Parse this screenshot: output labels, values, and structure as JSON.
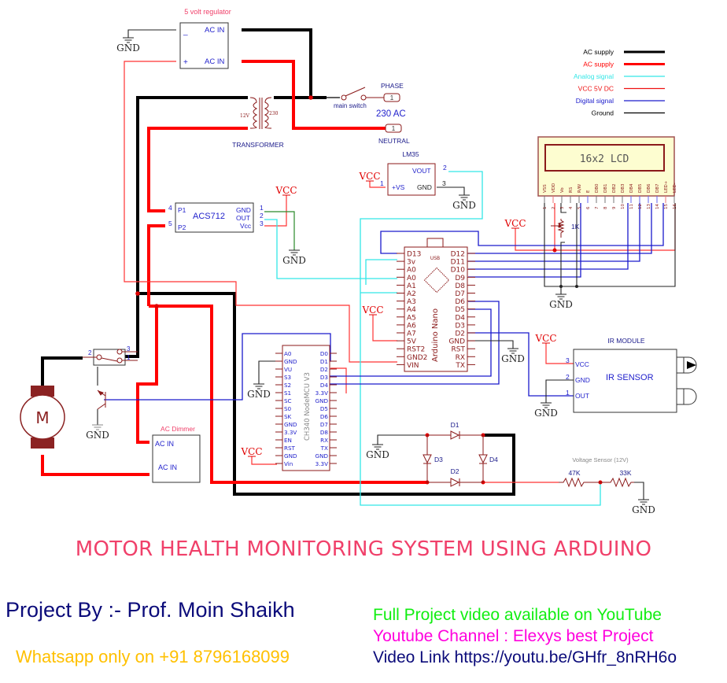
{
  "schematic": {
    "regulator": {
      "title": "5 volt regulator",
      "pin_ac_in_1": "AC IN",
      "pin_ac_in_2": "AC IN",
      "minus": "_",
      "plus": "+"
    },
    "transformer": {
      "title": "TRANSFORMER",
      "secondary": "12V",
      "primary": "230"
    },
    "mains": {
      "switch_label": "main switch",
      "phase_label": "PHASE",
      "neutral_label": "NEUTRAL",
      "voltage_label": "230 AC",
      "phase_pin": "1",
      "neutral_pin": "1"
    },
    "legend": [
      {
        "label": "AC supply",
        "color": "#000000"
      },
      {
        "label": "AC supply",
        "color": "#ff0000"
      },
      {
        "label": "Analog signal",
        "color": "#33e6e6"
      },
      {
        "label": "VCC 5V DC",
        "color": "#ee1111"
      },
      {
        "label": "Digital signal",
        "color": "#1a1acc"
      },
      {
        "label": "Ground",
        "color": "#000000"
      }
    ],
    "lcd": {
      "title": "16x2 LCD",
      "pin_names": [
        "VSS",
        "VDD",
        "Vo",
        "RS",
        "R/W",
        "E",
        "DB0",
        "DB1",
        "DB2",
        "DB3",
        "DB4",
        "DB5",
        "DB6",
        "DB7",
        "LED+",
        "LED-"
      ],
      "pin_numbers": [
        "1",
        "2",
        "3",
        "4",
        "5",
        "6",
        "7",
        "8",
        "9",
        "10",
        "11",
        "12",
        "13",
        "14",
        "15",
        "16"
      ],
      "pot_value": "1K"
    },
    "lm35": {
      "title": "LM35",
      "pin_vout": "VOUT",
      "pin_vs": "+VS",
      "pin_gnd": "GND",
      "num_vout": "2",
      "num_vs": "1",
      "num_gnd": "3"
    },
    "acs712": {
      "title": "ACS712",
      "pin_p1": "P1",
      "pin_p2": "P2",
      "num_p1": "4",
      "num_p2": "5",
      "pin_gnd": "GND",
      "pin_out": "OUT",
      "pin_vcc": "Vcc",
      "num_gnd": "1",
      "num_out": "2",
      "num_vcc": "3"
    },
    "arduino": {
      "title": "Arduino Nano",
      "usb": "USB",
      "left_pins": [
        "D13",
        "3v",
        "A0",
        "A0",
        "A1",
        "A2",
        "A3",
        "A4",
        "A5",
        "A6",
        "A7",
        "5V",
        "RST2",
        "GND2",
        "VIN"
      ],
      "right_pins": [
        "D12",
        "D11",
        "D10",
        "D9",
        "D8",
        "D7",
        "D6",
        "D5",
        "D4",
        "D3",
        "D2",
        "GND",
        "RST",
        "RX",
        "TX"
      ]
    },
    "nodemcu": {
      "title": "CH340 NodeMCU V3",
      "left_pins": [
        "A0",
        "GND",
        "VU",
        "S3",
        "S2",
        "S1",
        "SC",
        "S0",
        "SK",
        "GND",
        "3.3V",
        "EN",
        "RST",
        "GND",
        "Vin"
      ],
      "right_pins": [
        "D0",
        "D1",
        "D2",
        "D3",
        "D4",
        "3.3V",
        "GND",
        "D5",
        "D6",
        "D7",
        "D8",
        "RX",
        "TX",
        "GND",
        "3.3V"
      ]
    },
    "ir": {
      "title": "IR MODULE",
      "label": "IR SENSOR",
      "pin_vcc": "VCC",
      "pin_gnd": "GND",
      "pin_out": "OUT",
      "num_vcc": "3",
      "num_gnd": "2",
      "num_out": "1"
    },
    "relay": {
      "pin_2": "2",
      "pin_3": "3",
      "pin_1": "1"
    },
    "motor": {
      "label": "M"
    },
    "dimmer": {
      "title": "AC Dimmer",
      "pin_1": "AC IN",
      "pin_2": "AC IN"
    },
    "bridge": {
      "d1": "D1",
      "d2": "D2",
      "d3": "D3",
      "d4": "D4"
    },
    "voltage_sensor": {
      "title": "Voltage Sensor (12V)",
      "r1": "47K",
      "r2": "33K"
    },
    "gnd_label": "GND",
    "vcc_label": "VCC"
  },
  "footer": {
    "title": "MOTOR HEALTH MONITORING SYSTEM USING ARDUINO",
    "author": "Project By :- Prof. Moin Shaikh",
    "whatsapp": "Whatsapp only on +91 8796168099",
    "youtube_note": "Full Project video available on YouTube",
    "youtube_channel": "Youtube Channel : Elexys best Project",
    "video_link": "Video Link https://youtu.be/GHfr_8nRH6o"
  }
}
